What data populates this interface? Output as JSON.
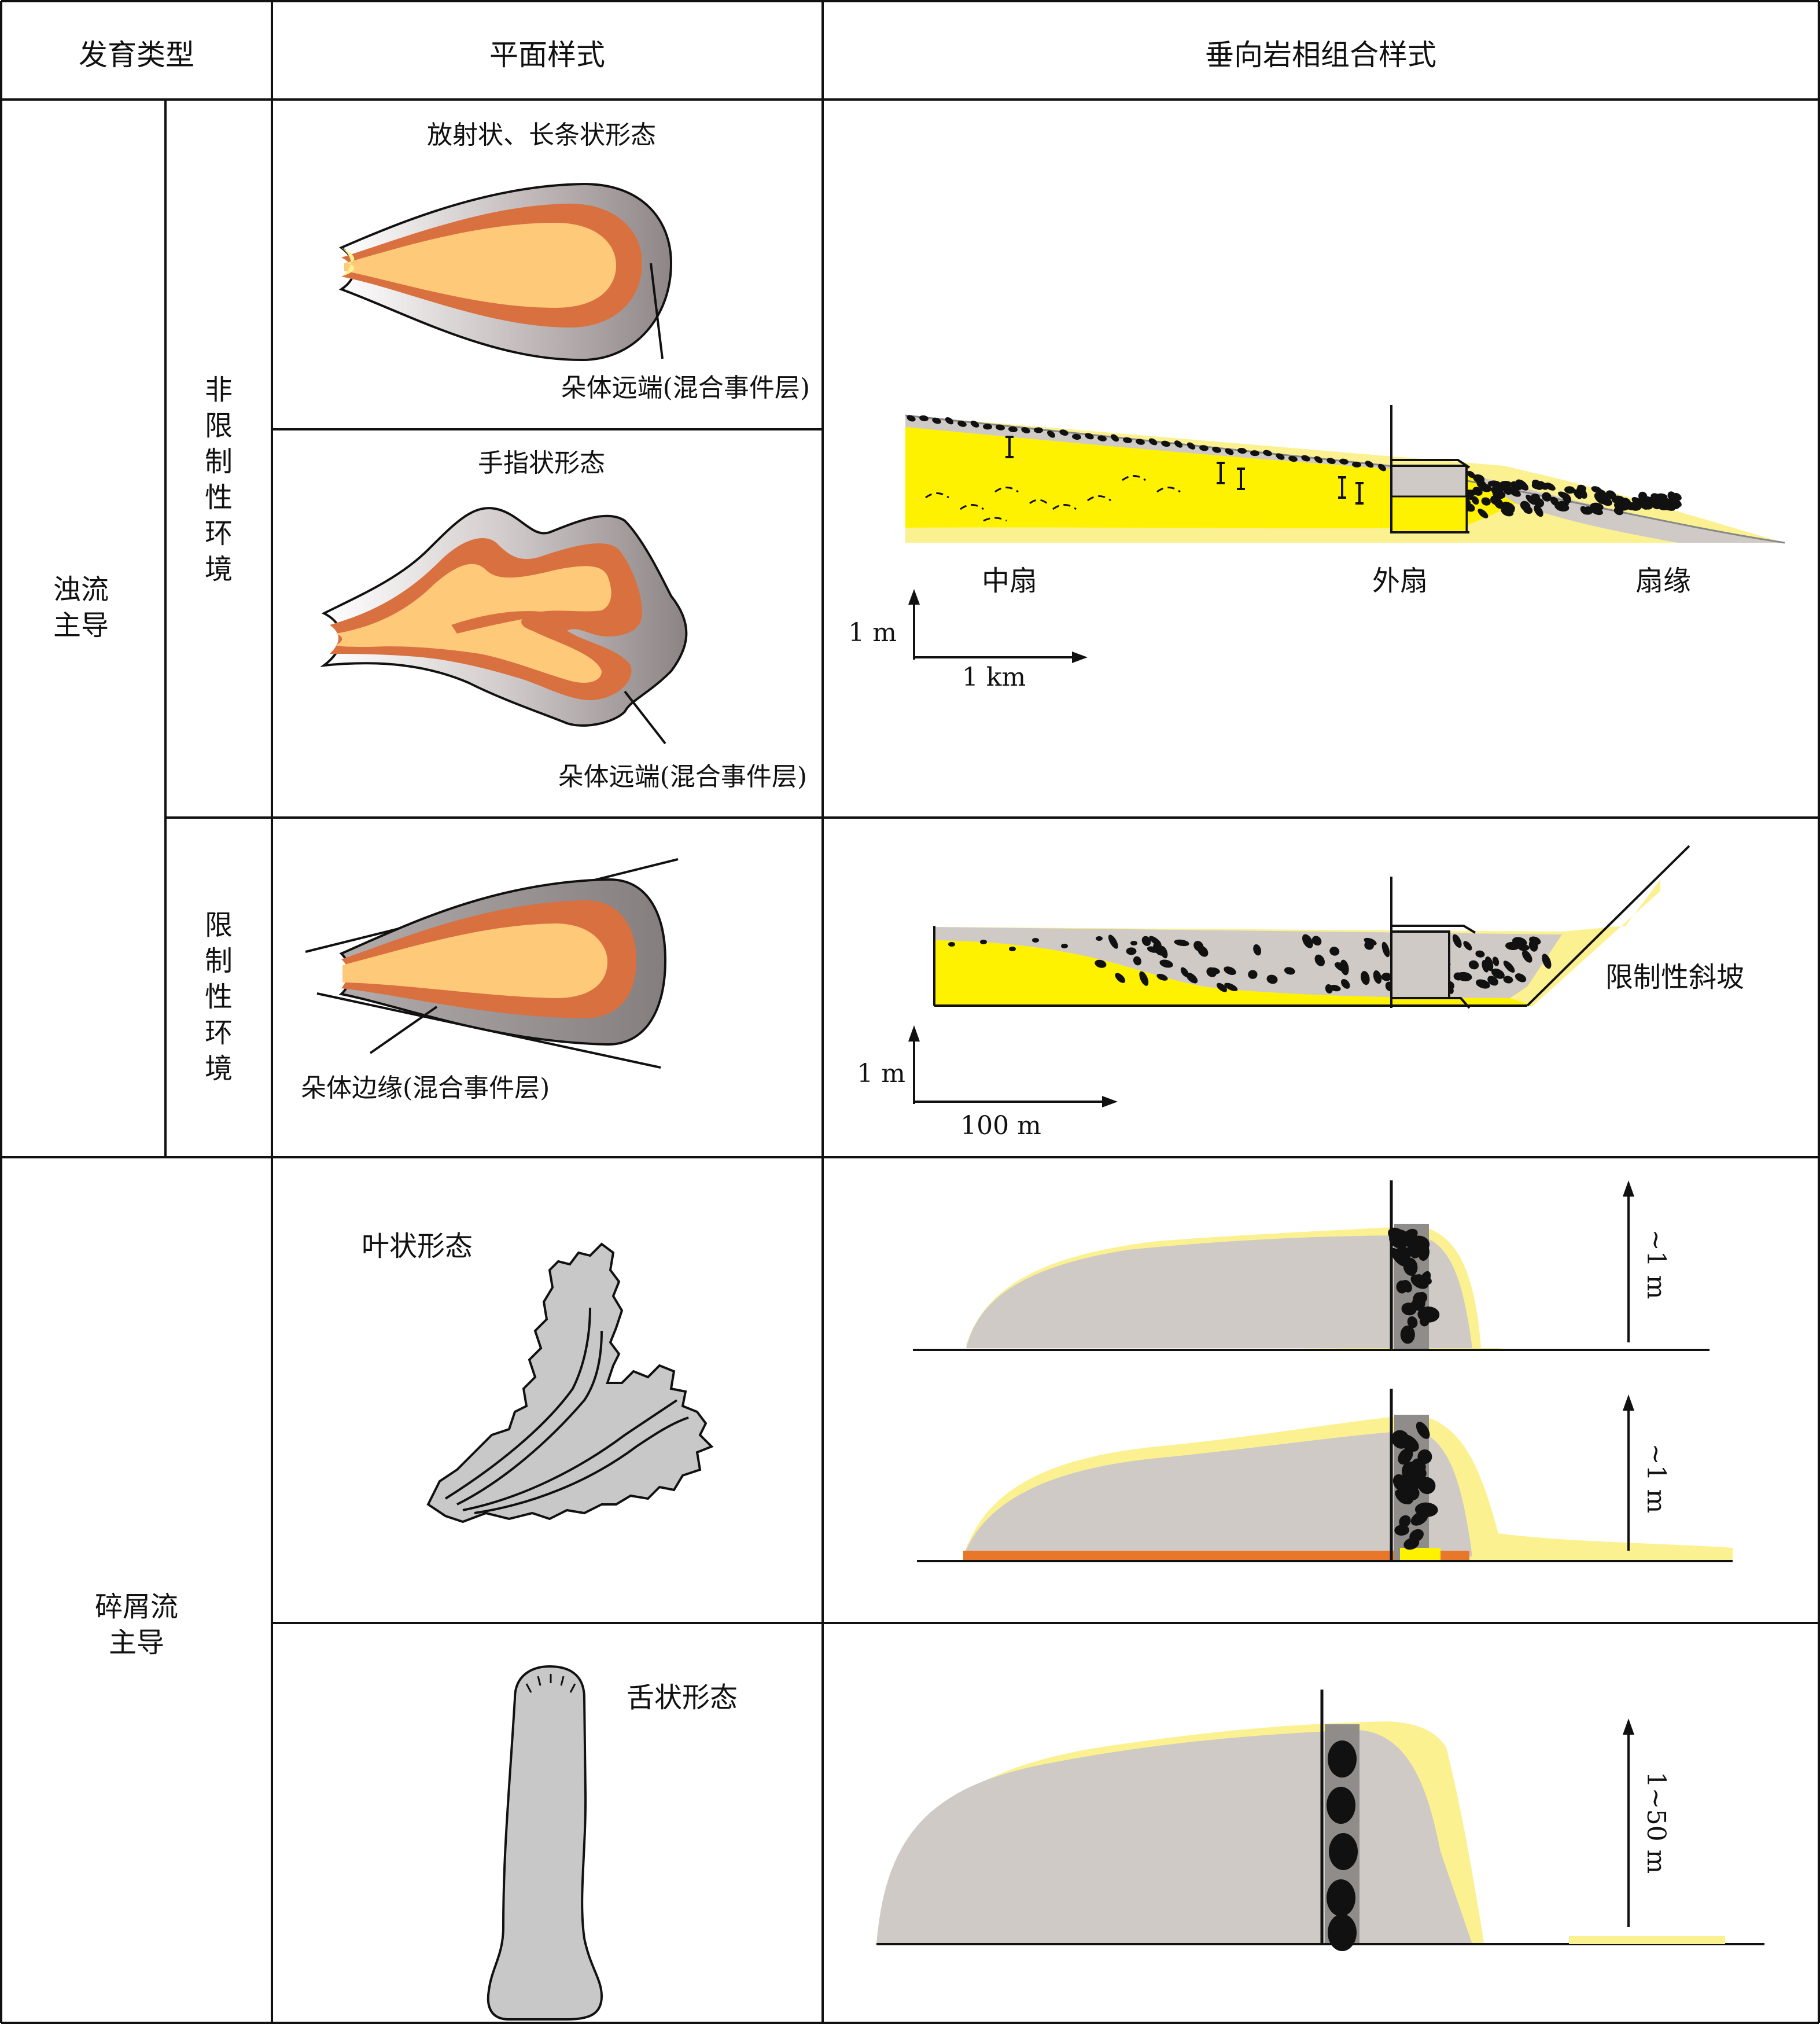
{
  "header": {
    "col1": "发育类型",
    "col2": "平面样式",
    "col3": "垂向岩相组合样式"
  },
  "types": {
    "turbidity": [
      "浊流",
      "主导"
    ],
    "debris": [
      "碎屑流",
      "主导"
    ]
  },
  "environments": {
    "unconfined": [
      "非",
      "限",
      "制",
      "性",
      "环",
      "境"
    ],
    "confined": [
      "限",
      "制",
      "性",
      "环",
      "境"
    ]
  },
  "plan": {
    "radial_title": "放射状、长条状形态",
    "radial_note": "朵体远端(混合事件层)",
    "finger_title": "手指状形态",
    "finger_note": "朵体远端(混合事件层)",
    "confined_note": "朵体边缘(混合事件层)",
    "leaf_title": "叶状形态",
    "tongue_title": "舌状形态"
  },
  "vertical": {
    "unconfined": {
      "zones": [
        "中扇",
        "外扇",
        "扇缘"
      ],
      "scale_v": "1 m",
      "scale_h": "1 km"
    },
    "confined": {
      "slope_label": "限制性斜坡",
      "scale_v": "1 m",
      "scale_h": "100 m"
    },
    "debris_scales": [
      "~1 m",
      "~1 m",
      "1~50 m"
    ]
  },
  "colors": {
    "sand_yellow": "#fff200",
    "light_yellow": "#fbf191",
    "core_orange": "#ffc97a",
    "rim_orange": "#d97040",
    "grey_mud": "#cfcac6",
    "dark_grey": "#8f8c89",
    "orange_base": "#e8772a",
    "line": "#111111"
  }
}
